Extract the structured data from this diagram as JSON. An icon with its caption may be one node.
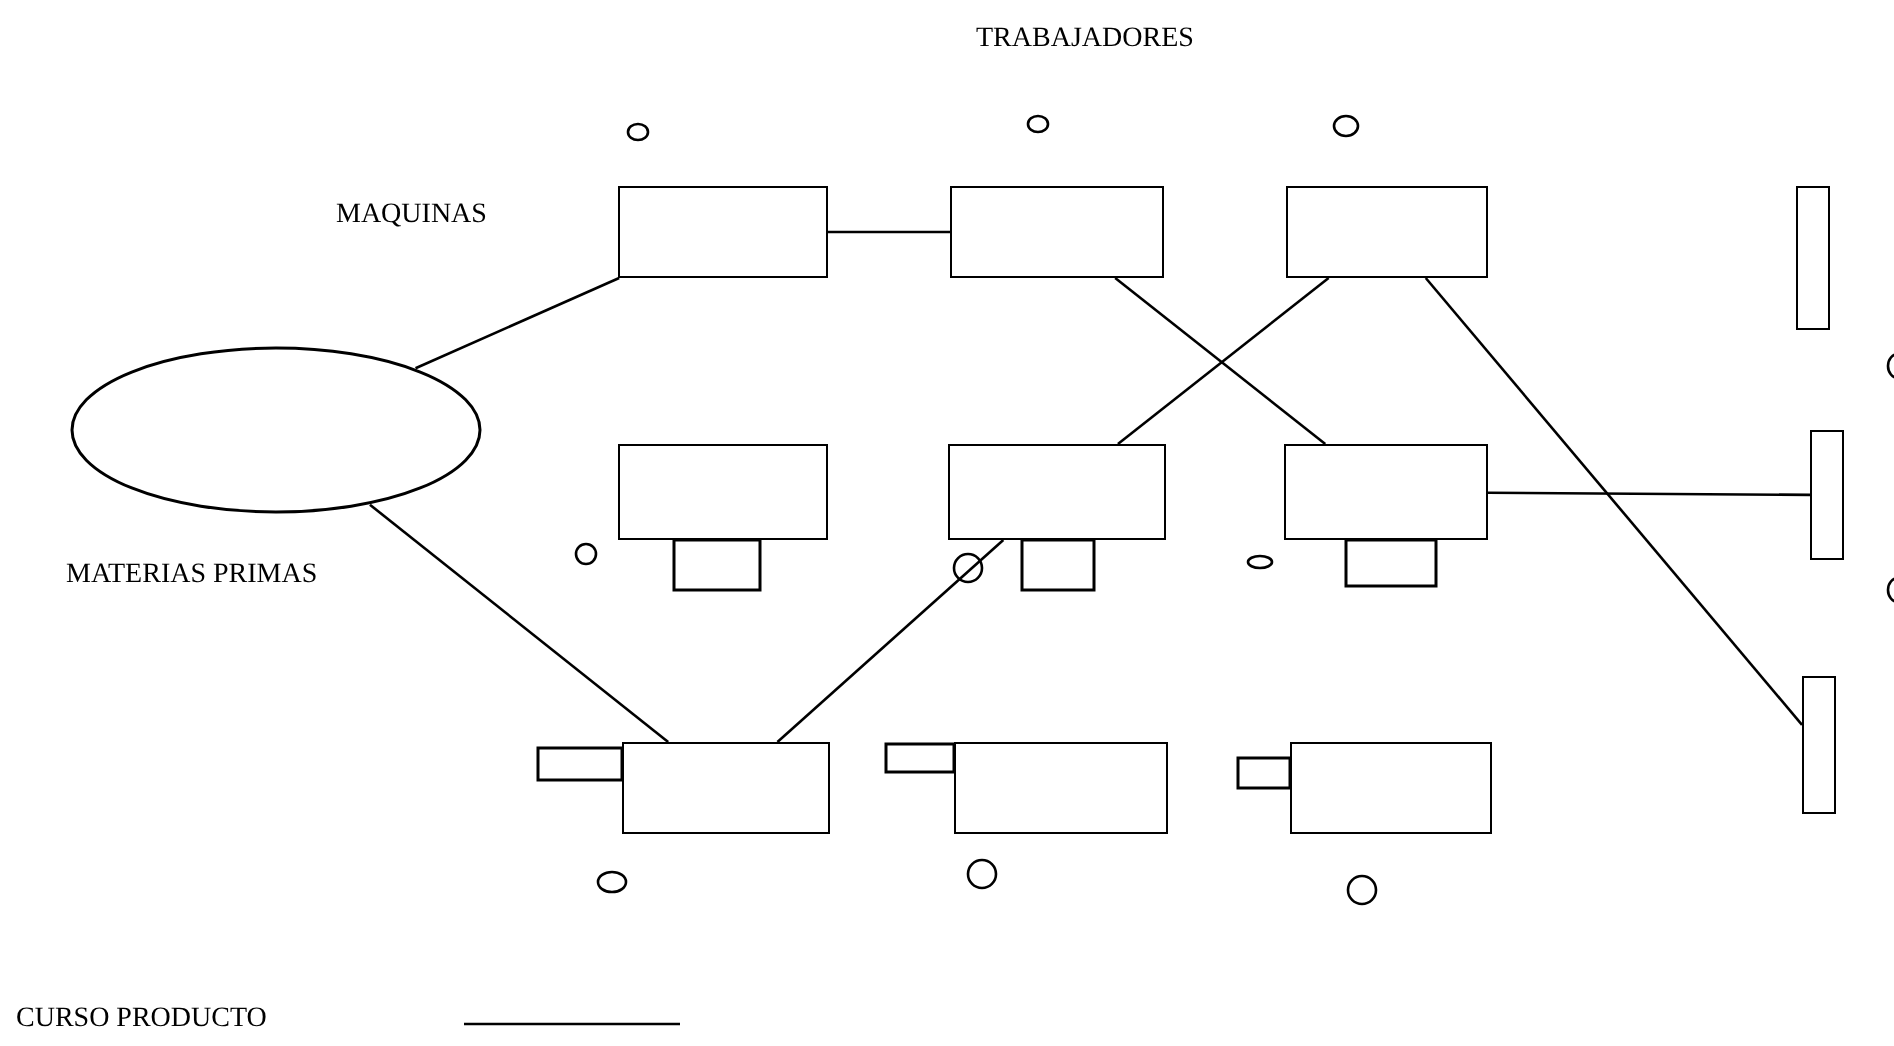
{
  "diagram": {
    "nodes": [
      {
        "text": [],
        "shape": "ellipse"
      },
      {
        "text": [],
        "shape": "box"
      },
      {
        "text": [],
        "shape": "box"
      },
      {
        "text": [],
        "shape": "box"
      },
      {
        "text": [],
        "shape": "box"
      },
      {
        "text": [],
        "shape": "box"
      },
      {
        "text": [],
        "shape": "box"
      },
      {
        "text": [],
        "shape": "box"
      },
      {
        "text": [],
        "shape": "box"
      },
      {
        "text": [],
        "shape": "box"
      },
      {
        "text": [],
        "shape": "bar"
      },
      {
        "text": [],
        "shape": "bar"
      },
      {
        "text": [],
        "shape": "bar"
      }
    ],
    "edges": [
      {
        "from": 0,
        "to": 1,
        "arrow": "none"
      },
      {
        "from": 0,
        "to": 7,
        "arrow": "none"
      },
      {
        "from": 1,
        "to": 2,
        "arrow": "none"
      },
      {
        "from": 2,
        "to": 6,
        "arrow": "none"
      },
      {
        "from": 3,
        "to": 5,
        "arrow": "none"
      },
      {
        "from": 7,
        "to": 5,
        "arrow": "none"
      },
      {
        "from": 3,
        "to": 12,
        "arrow": "none"
      },
      {
        "from": 6,
        "to": 11,
        "arrow": "none"
      }
    ],
    "labels": [
      "TRABAJADORES",
      "MAQUINAS",
      "MATERIAS PRIMAS"
    ],
    "legend": [
      {
        "text": "CURSO PRODUCTO"
      }
    ]
  }
}
